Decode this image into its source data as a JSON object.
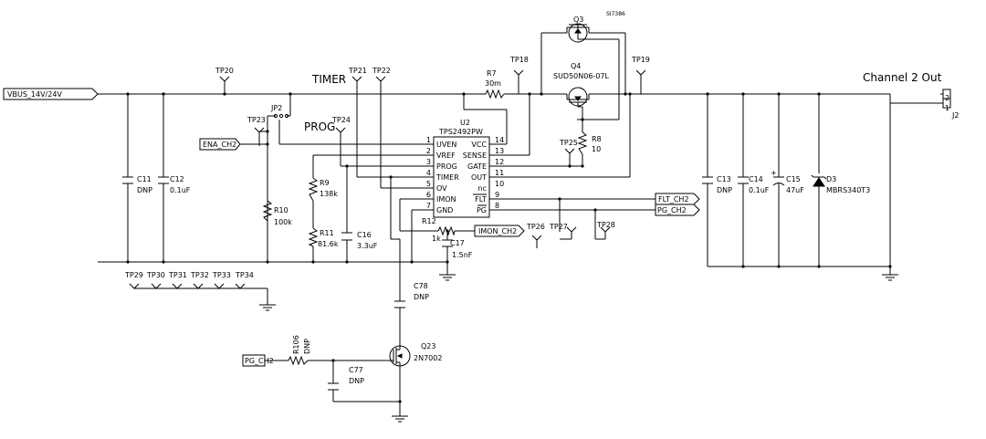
{
  "headings": {
    "timer": "TIMER",
    "prog": "PROG",
    "channel_out": "Channel 2 Out",
    "top_marker": "SI7386"
  },
  "nets": {
    "vbus": "VBUS_14V/24V",
    "ena": "ENA_CH2",
    "imon": "IMON_CH2",
    "flt": "FLT_CH2",
    "pg": "PG_CH2",
    "pg_in": "PG_CH2"
  },
  "ic": {
    "ref": "U2",
    "part": "TPS2492PW",
    "left_pins": [
      {
        "num": "1",
        "name": "UVEN"
      },
      {
        "num": "2",
        "name": "VREF"
      },
      {
        "num": "3",
        "name": "PROG"
      },
      {
        "num": "4",
        "name": "TIMER"
      },
      {
        "num": "5",
        "name": "OV"
      },
      {
        "num": "6",
        "name": "IMON"
      },
      {
        "num": "7",
        "name": "GND"
      }
    ],
    "right_pins": [
      {
        "num": "14",
        "name": "VCC"
      },
      {
        "num": "13",
        "name": "SENSE"
      },
      {
        "num": "12",
        "name": "GATE"
      },
      {
        "num": "11",
        "name": "OUT"
      },
      {
        "num": "10",
        "name": "nc"
      },
      {
        "num": "9",
        "name": "FLT"
      },
      {
        "num": "8",
        "name": "PG"
      }
    ]
  },
  "testpoints": {
    "tp20": "TP20",
    "tp21": "TP21",
    "tp22": "TP22",
    "tp18": "TP18",
    "tp19": "TP19",
    "tp23": "TP23",
    "tp24": "TP24",
    "tp25": "TP25",
    "tp26": "TP26",
    "tp27": "TP27",
    "tp28": "TP28",
    "tp29": "TP29",
    "tp30": "TP30",
    "tp31": "TP31",
    "tp32": "TP32",
    "tp33": "TP33",
    "tp34": "TP34"
  },
  "components": {
    "jp2": "JP2",
    "r7": {
      "ref": "R7",
      "value": "30m"
    },
    "q3": {
      "ref": "Q3"
    },
    "q4": {
      "ref": "Q4",
      "value": "SUD50N06-07L"
    },
    "r8": {
      "ref": "R8",
      "value": "10"
    },
    "c11": {
      "ref": "C11",
      "value": "DNP"
    },
    "c12": {
      "ref": "C12",
      "value": "0.1uF"
    },
    "r10": {
      "ref": "R10",
      "value": "100k"
    },
    "r9": {
      "ref": "R9",
      "value": "138k"
    },
    "r11": {
      "ref": "R11",
      "value": "81.6k"
    },
    "c16": {
      "ref": "C16",
      "value": "3.3uF"
    },
    "r12": {
      "ref": "R12",
      "value": "1k"
    },
    "c17": {
      "ref": "C17",
      "value": "1.5nF"
    },
    "c13": {
      "ref": "C13",
      "value": "DNP"
    },
    "c14": {
      "ref": "C14",
      "value": "0.1uF"
    },
    "c15": {
      "ref": "C15",
      "value": "47uF"
    },
    "d3": {
      "ref": "D3",
      "value": "MBRS340T3"
    },
    "j2": {
      "ref": "J2",
      "pin2": "2",
      "pin1": "1"
    },
    "c78": {
      "ref": "C78",
      "value": "DNP"
    },
    "q23": {
      "ref": "Q23",
      "value": "2N7002"
    },
    "r106": {
      "ref": "R106",
      "value": "DNP"
    },
    "c77": {
      "ref": "C77",
      "value": "DNP"
    }
  }
}
